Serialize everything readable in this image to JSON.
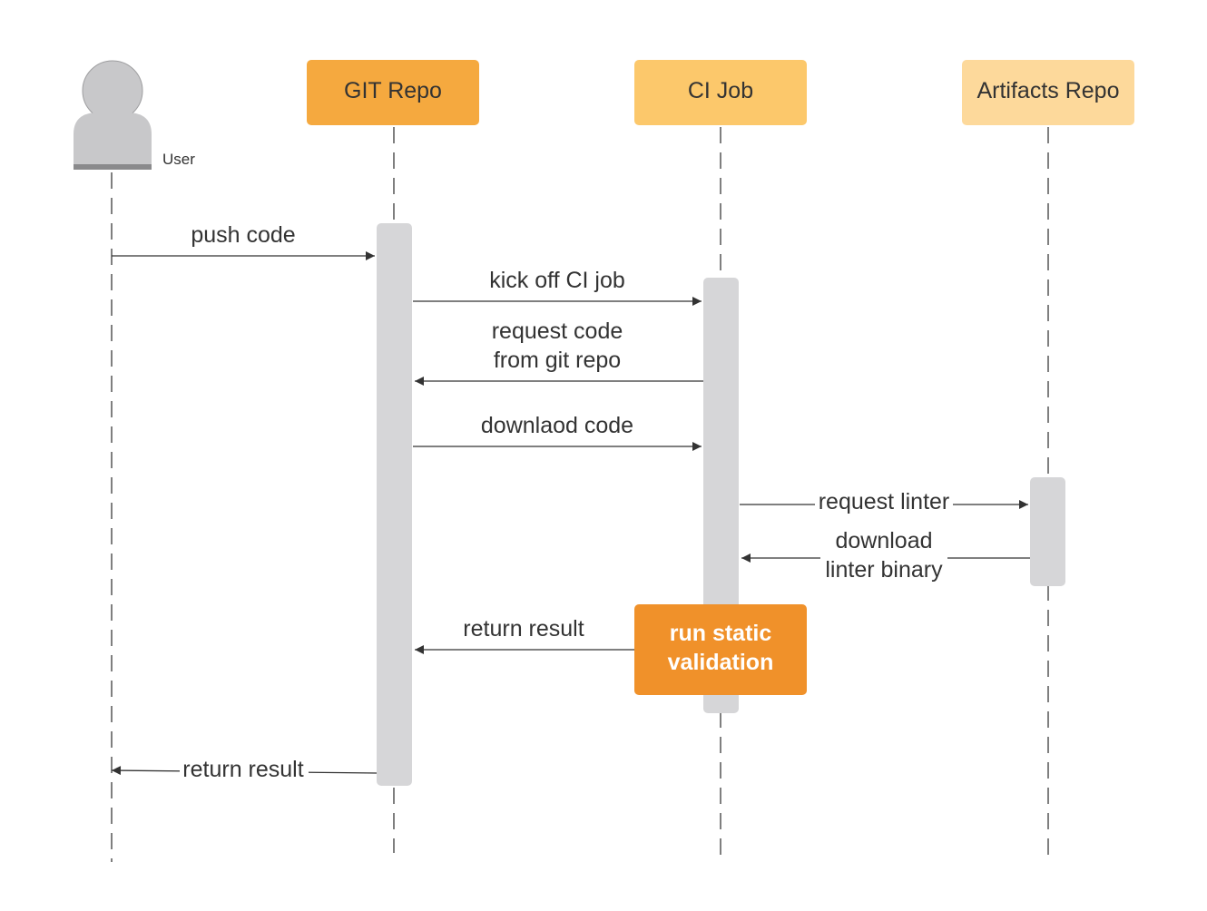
{
  "participants": {
    "user": {
      "label": "User",
      "icon": "user-icon"
    },
    "git_repo": {
      "label": "GIT Repo",
      "color": "#f5a93f"
    },
    "ci_job": {
      "label": "CI Job",
      "color": "#fcc86b"
    },
    "artifacts_repo": {
      "label": "Artifacts Repo",
      "color": "#fdd99b"
    }
  },
  "messages": {
    "push_code": {
      "lines": [
        "push code"
      ]
    },
    "kick_off": {
      "lines": [
        "kick off CI job"
      ]
    },
    "request_code": {
      "lines": [
        "request code",
        "from git repo"
      ]
    },
    "download_code": {
      "lines": [
        "downlaod code"
      ]
    },
    "request_linter": {
      "lines": [
        "request linter"
      ]
    },
    "download_linter": {
      "lines": [
        "download",
        "linter binary"
      ]
    },
    "return_result_ci": {
      "lines": [
        "return result"
      ]
    },
    "return_result_user": {
      "lines": [
        "return result"
      ]
    }
  },
  "note": {
    "lines": [
      "run static",
      "validation"
    ],
    "color": "#f0912a"
  },
  "colors": {
    "activation": "#d6d6d8",
    "line": "#333333",
    "user_icon": "#c8c8ca"
  }
}
